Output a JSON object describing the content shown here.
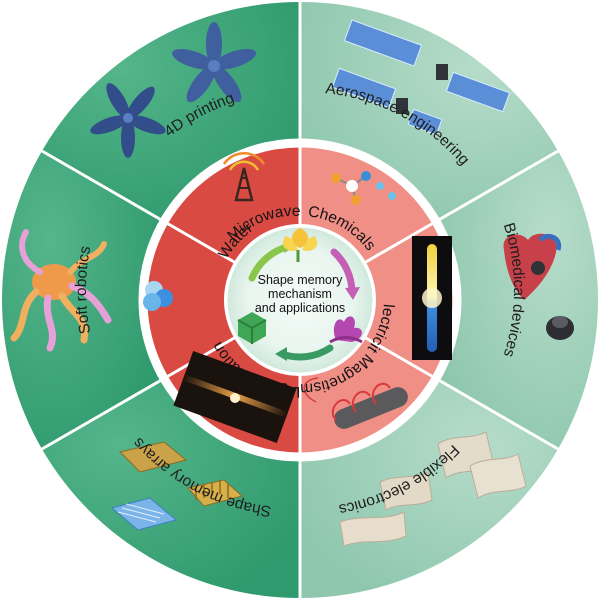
{
  "center": {
    "line1": "Shape memory",
    "line2": "mechanism",
    "line3": "and applications"
  },
  "stimuli": [
    {
      "label": "Microwave",
      "icon": "signal-tower-icon"
    },
    {
      "label": "Chemicals",
      "icon": "molecules-icon"
    },
    {
      "label": "Electricity",
      "icon": "electric-fiber-icon"
    },
    {
      "label": "Magnetism",
      "icon": "magnetic-coil-icon"
    },
    {
      "label": "Light radiation",
      "icon": "laser-beam-icon"
    },
    {
      "label": "Water",
      "icon": "water-droplet-icon"
    }
  ],
  "applications": [
    {
      "label": "4D printing",
      "icon": "printed-flower-icon"
    },
    {
      "label": "Aerospace engineering",
      "icon": "satellite-icon"
    },
    {
      "label": "Biomedical devices",
      "icon": "heart-stent-icon"
    },
    {
      "label": "Flexible electronics",
      "icon": "flexible-film-icon"
    },
    {
      "label": "Shape memory arrays",
      "icon": "micro-array-icon"
    },
    {
      "label": "Soft robotics",
      "icon": "octopus-robot-icon"
    }
  ],
  "colors": {
    "stimulus_left": "#d94a43",
    "stimulus_right": "#ef8f86",
    "application_left": "#3fa77c",
    "application_right": "#9fd2bd",
    "center_fill": "#eef7f3",
    "separator": "#ffffff"
  }
}
